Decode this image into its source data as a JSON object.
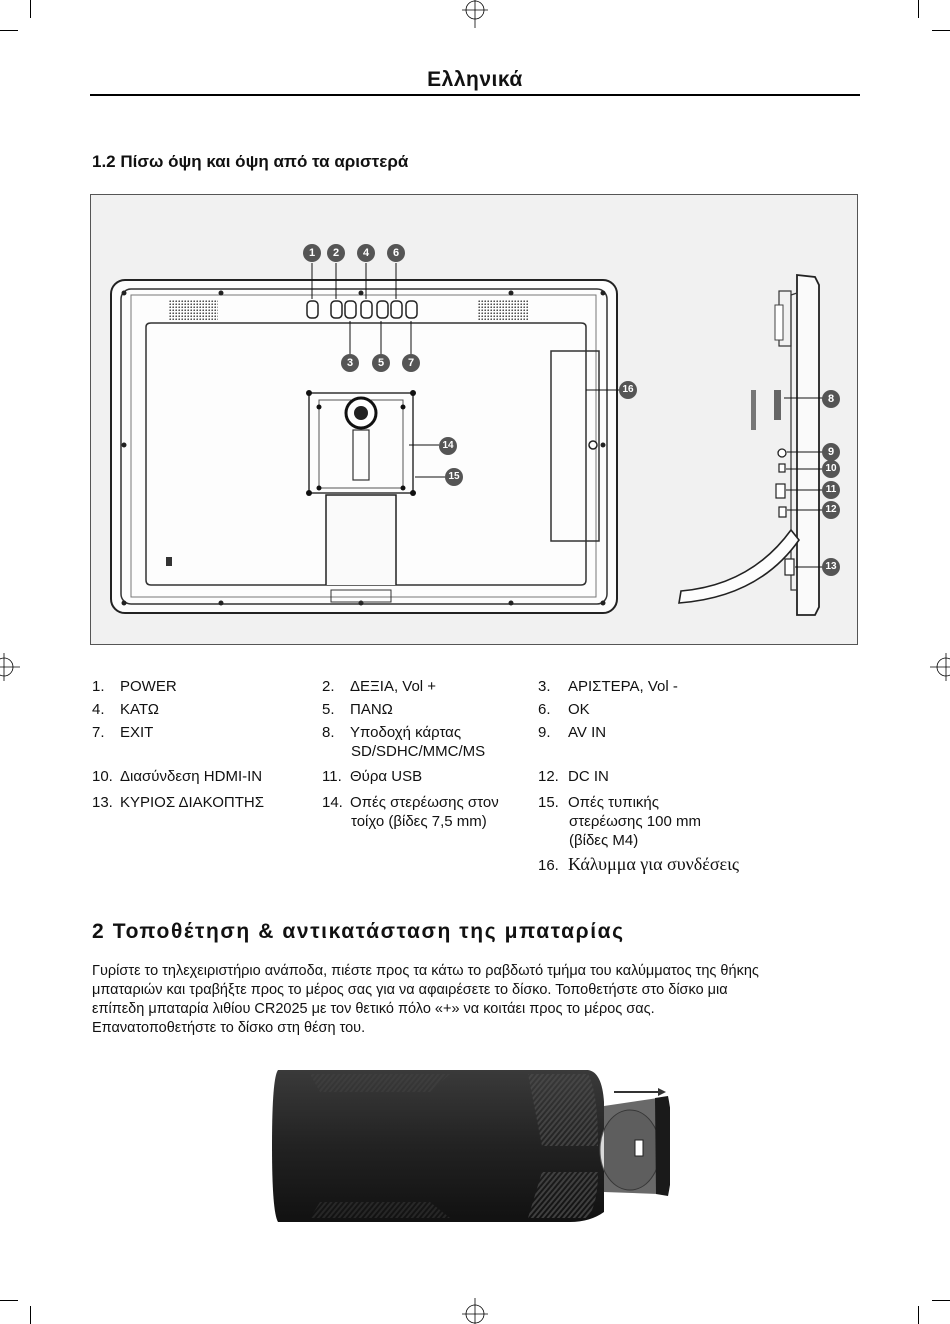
{
  "header": {
    "title": "Ελληνικά"
  },
  "section_1_2": {
    "title": "1.2  Πίσω όψη και όψη από τα αριστερά"
  },
  "figure": {
    "callouts": [
      "1",
      "2",
      "3",
      "4",
      "5",
      "6",
      "7",
      "8",
      "9",
      "10",
      "11",
      "12",
      "13",
      "14",
      "15",
      "16"
    ]
  },
  "legend": [
    {
      "num": "1.",
      "text": "POWER"
    },
    {
      "num": "2.",
      "text": "ΔΕΞΙΑ, Vol +"
    },
    {
      "num": "3.",
      "text": "ΑΡΙΣΤΕΡΑ, Vol -"
    },
    {
      "num": "4.",
      "text": "ΚΑΤΩ"
    },
    {
      "num": "5.",
      "text": "ΠΑΝΩ"
    },
    {
      "num": "6.",
      "text": "OK"
    },
    {
      "num": "7.",
      "text": "EXIT"
    },
    {
      "num": "8.",
      "text": "Υποδοχή κάρτας",
      "text2": "SD/SDHC/MMC/MS"
    },
    {
      "num": "9.",
      "text": "AV IN"
    },
    {
      "num": "10.",
      "text": "Διασύνδεση HDMI-IN"
    },
    {
      "num": "11.",
      "text": "Θύρα USB"
    },
    {
      "num": "12.",
      "text": "DC IN"
    },
    {
      "num": "13.",
      "text": "ΚΥΡΙΟΣ ΔΙΑΚΟΠΤΗΣ"
    },
    {
      "num": "14.",
      "text": "Οπές στερέωσης στον",
      "text2": "τοίχο (βίδες 7,5 mm)"
    },
    {
      "num": "15.",
      "text": "Οπές τυπικής",
      "text2": "στερέωσης 100 mm",
      "text3": "(βίδες M4)"
    },
    {
      "num": "16.",
      "text": "Κάλυμμα για συνδέσεις"
    }
  ],
  "section_2": {
    "title": "2   Τοποθέτηση & αντικατάσταση της μπαταρίας",
    "body": [
      "Γυρίστε το τηλεχειριστήριο ανάποδα, πιέστε προς τα κάτω το ραβδωτό τμήμα του καλύμματος της θήκης",
      "μπαταριών και τραβήξτε προς το μέρος σας για να αφαιρέσετε το δίσκο. Τοποθετήστε στο δίσκο μια",
      "επίπεδη μπαταρία λιθίου CR2025 με τον θετικό πόλο «+» να κοιτάει προς το μέρος σας.",
      "Επανατοποθετήστε το δίσκο στη θέση του."
    ]
  }
}
